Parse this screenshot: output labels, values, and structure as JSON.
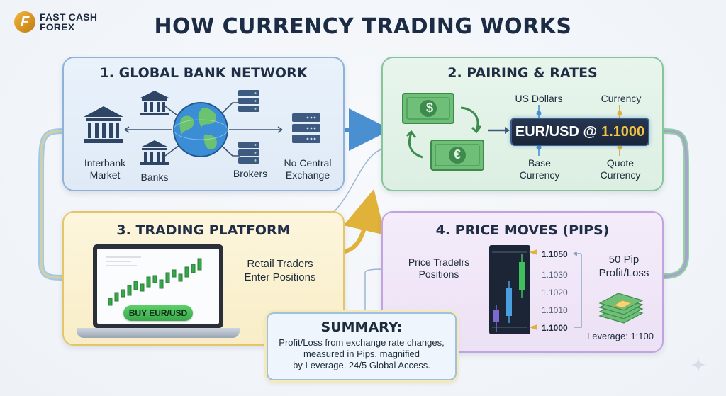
{
  "brand": {
    "line1": "FAST CASH",
    "line2": "FOREX"
  },
  "title": "HOW CURRENCY TRADING WORKS",
  "panel1": {
    "title": "1. GLOBAL BANK NETWORK",
    "interbank": [
      "Interbank",
      "Market"
    ],
    "banks": "Banks",
    "brokers": "Brokers",
    "no_central": [
      "No Central",
      "Exchange"
    ]
  },
  "panel2": {
    "title": "2. PAIRING & RATES",
    "us_dollars": "US Dollars",
    "currency": "Currency",
    "pair": "EUR/USD @",
    "rate": "1.1000",
    "base_currency": [
      "Base",
      "Currency"
    ],
    "quote_currency": [
      "Quote",
      "Currency"
    ],
    "dollar_symbol": "$",
    "euro_symbol": "€"
  },
  "panel3": {
    "title": "3. TRADING PLATFORM",
    "retail": [
      "Retail Traders",
      "Enter Positions"
    ],
    "buy_button": "BUY EUR/USD"
  },
  "panel4": {
    "title": "4. PRICE MOVES (PIPS)",
    "price_traders": [
      "Price Tradelrs",
      "Positions"
    ],
    "ticks": [
      "1.1050",
      "1.1030",
      "1.1020",
      "1.1010",
      "1.1000"
    ],
    "pip_label": [
      "50 Pip",
      "Profit/Loss"
    ],
    "leverage": "Leverage: 1:100"
  },
  "summary": {
    "title": "SUMMARY:",
    "lines": [
      "Profit/Loss from exchange rate changes,",
      "measured in Pips, magnified",
      "by Leverage. 24/5 Global Access."
    ]
  },
  "colors": {
    "blue_panel": "#8fb3d8",
    "green_panel": "#86c49a",
    "yellow_panel": "#e3c66a",
    "purple_panel": "#c2a3dd",
    "rate_gold": "#f3c240"
  }
}
